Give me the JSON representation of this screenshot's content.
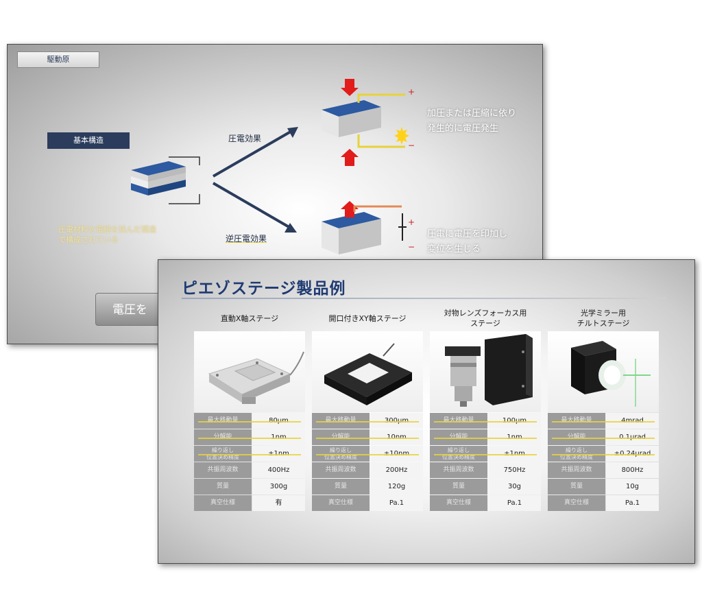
{
  "back_slide": {
    "tag_label": "駆動原",
    "basic_structure_label": "基本構造",
    "arrow_top_label": "圧電効果",
    "arrow_bottom_label": "逆圧電効果",
    "caption_left": [
      "圧電材料を電極を挟んだ構造",
      "で構成されている"
    ],
    "desc_top": [
      "加圧または圧縮に依り",
      "発生的に電圧発生"
    ],
    "desc_bottom": [
      "圧電に電圧を印加し",
      "変位を生じる"
    ],
    "plus": "+",
    "minus": "−",
    "button_text": "電圧を"
  },
  "front_slide": {
    "title": "ピエゾステージ製品例",
    "spec_labels": [
      "最大移動量",
      "分解能",
      [
        "繰り返し",
        "位置決め精度"
      ],
      "共振周波数",
      "質量",
      "真空仕様"
    ],
    "products": [
      {
        "name": [
          "直動X軸ステージ"
        ],
        "image": "x-axis-stage",
        "specs": [
          "80μm",
          "1nm",
          "±1nm",
          "400Hz",
          "300g",
          "有"
        ]
      },
      {
        "name": [
          "開口付きXY軸ステージ"
        ],
        "image": "xy-aperture-stage",
        "specs": [
          "300μm",
          "10nm",
          "±10nm",
          "200Hz",
          "120g",
          "Pa.1"
        ]
      },
      {
        "name": [
          "対物レンズフォーカス用",
          "ステージ"
        ],
        "image": "objective-focus-stage",
        "specs": [
          "100μm",
          "1nm",
          "±1nm",
          "750Hz",
          "30g",
          "Pa.1"
        ]
      },
      {
        "name": [
          "光学ミラー用",
          "チルトステージ"
        ],
        "image": "tilt-stage",
        "specs": [
          "4mrad",
          "0.1μrad",
          "±0.24μrad",
          "800Hz",
          "10g",
          "Pa.1"
        ]
      }
    ]
  },
  "colors": {
    "title_blue": "#1f3b73",
    "navy": "#2b3c5c",
    "arrow_red": "#e21b1b",
    "highlight_yellow": "#e7d23a"
  }
}
